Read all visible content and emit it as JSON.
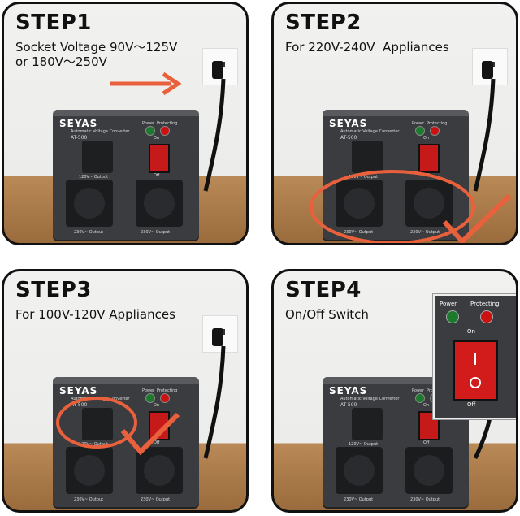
{
  "panels": [
    {
      "step": "STEP1",
      "subtitle": "Socket Voltage 90V～125V\nor 180V～250V"
    },
    {
      "step": "STEP2",
      "subtitle": "For 220V-240V  Appliances"
    },
    {
      "step": "STEP3",
      "subtitle": "For 100V-120V Appliances"
    },
    {
      "step": "STEP4",
      "subtitle": "On/Off Switch"
    }
  ],
  "device": {
    "brand": "SEYAS",
    "subtitle": "Automatic Voltage Converter",
    "model": "AT-500",
    "power_label": "Power",
    "protecting_label": "Protecting",
    "on_label": "On",
    "off_label": "Off",
    "us_outlet_label": "120V~ Output",
    "universal_outlet_label": "230V~ Output"
  },
  "colors": {
    "accent": "#e8603c",
    "panel_border": "#111111",
    "device": "#3b3c3f",
    "switch": "#c61a1a",
    "led_green": "#1b7a2c",
    "led_red": "#cc1111",
    "wood": "#a8773f"
  },
  "icons": [
    "right-arrow-icon",
    "ellipse-highlight-icon",
    "checkmark-icon"
  ]
}
